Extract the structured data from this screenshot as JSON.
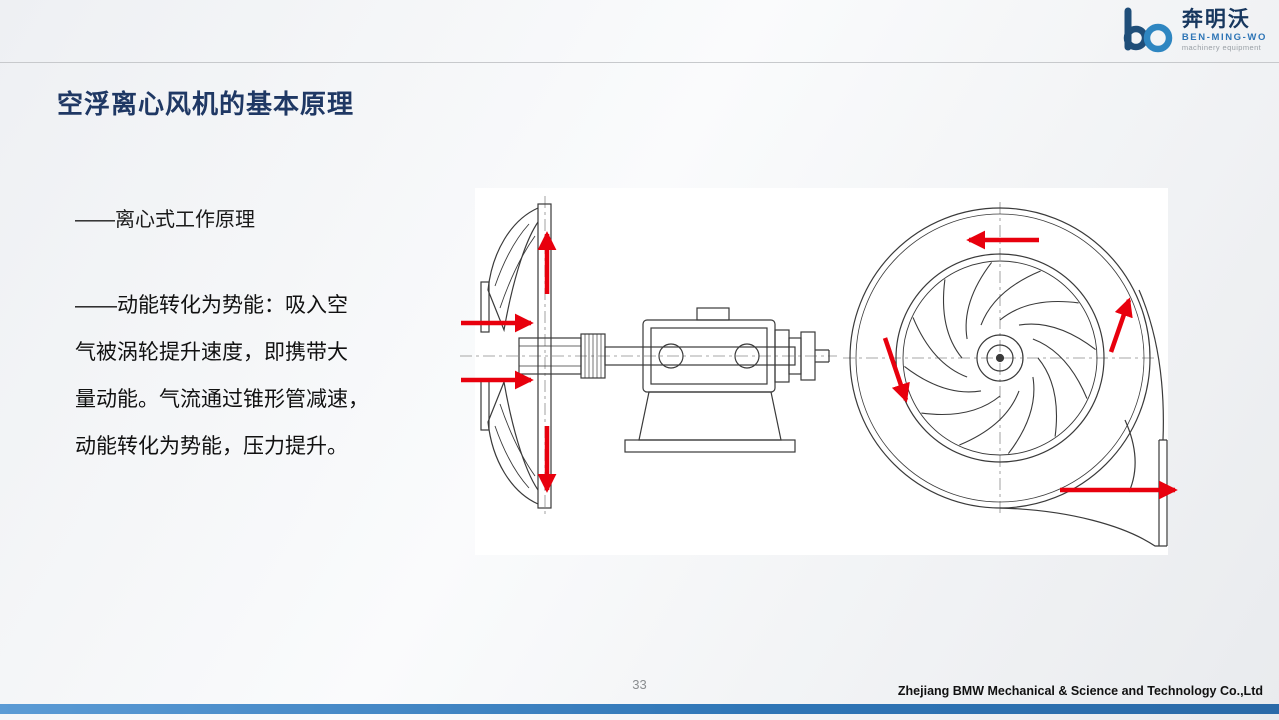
{
  "slide": {
    "title": "空浮离心风机的基本原理",
    "page_number": "33",
    "footer_company": "Zhejiang BMW Mechanical & Science and Technology Co.,Ltd"
  },
  "logo": {
    "mark": "bo",
    "name_cn": "奔明沃",
    "name_en": "BEN-MING-WO",
    "tagline": "machinery equipment"
  },
  "content": {
    "subtitle": "——离心式工作原理",
    "paragraph_lines": [
      "——动能转化为势能：吸入空",
      "气被涡轮提升速度，即携带大",
      "量动能。气流通过锥形管减速，",
      "动能转化为势能，压力提升。"
    ]
  },
  "diagram": {
    "label": "centrifugal-blower-side-section-and-volute-front-view",
    "colors": {
      "line": "#3a3a3a",
      "arrow": "#e8000d",
      "accent_blue": "#2e75b6",
      "title_blue": "#1f3864"
    }
  }
}
